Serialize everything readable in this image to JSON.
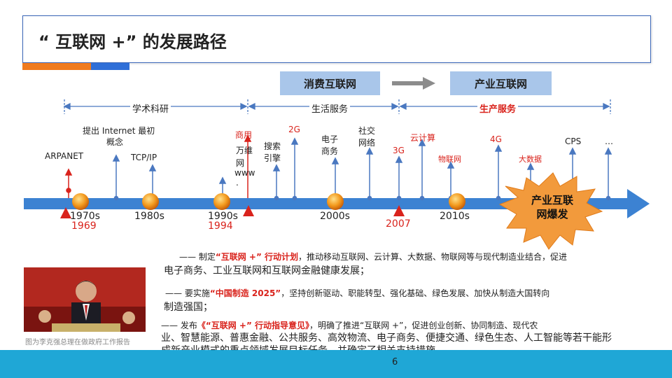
{
  "title": "“ 互联网 +”  的发展路径",
  "phases": {
    "consumer": "消费互联网",
    "industrial": "产业互联网"
  },
  "stages": {
    "academic": "学术科研",
    "life": "生活服务",
    "production": "生产服务"
  },
  "decades": [
    "1970s",
    "1980s",
    "1990s",
    "2000s",
    "2010s"
  ],
  "years": [
    "1969",
    "1994",
    "2007"
  ],
  "events": {
    "arpanet": "ARPANET",
    "internet_line1": "提出 Internet 最初",
    "internet_line2": "概念",
    "tcpip": "TCP/IP",
    "commercial": "商用",
    "www_l1": "万维",
    "www_l2": "网",
    "www_l3": "www",
    "www_l4": ".",
    "search_l1": "搜索",
    "search_l2": "引擎",
    "g2": "2G",
    "ecom_l1": "电子",
    "ecom_l2": "商务",
    "social_l1": "社交",
    "social_l2": "网络",
    "g3": "3G",
    "cloud": "云计算",
    "iot": "物联网",
    "g4": "4G",
    "bigdata": "大数据",
    "cps": "CPS",
    "more": "…"
  },
  "burst": {
    "line1": "产业互联",
    "line2": "网爆发"
  },
  "policy1": {
    "a": "—— 制定",
    "b": "“互联网 +” 行动计划",
    "c": "，推动移动互联网、云计算、大数据、物联网等与现代制造业结合，促进",
    "d": "电子商务、工业互联网和互联网金融健康发展；"
  },
  "policy2": {
    "a": "—— 要实施",
    "b": "“中国制造 2025”",
    "c": "，坚持创新驱动、职能转型、强化基础、绿色发展、加快从制造大国转向",
    "d": "制造强国；"
  },
  "policy3": {
    "a": "—— 发布",
    "b": "《“互联网 +” 行动指导意见》",
    "c": "，明确了推进“互联网 +”，促进创业创新、协同制造、现代农",
    "d": "业、智慧能源、普惠金融、公共服务、高效物流、电子商务、便捷交通、绿色生态、人工智能等若干能形",
    "e": "成新产业模式的重点领域发展目标任务，并确定了相关支持措施。"
  },
  "caption": "图为李克强总理在做政府工作报告",
  "page_number": "6",
  "colors": {
    "accent_blue": "#3a78c8",
    "highlight_red": "#d9231c",
    "phase_box": "#a9c6ea",
    "footer": "#1fa7d6",
    "burst": "#f29a3c"
  }
}
